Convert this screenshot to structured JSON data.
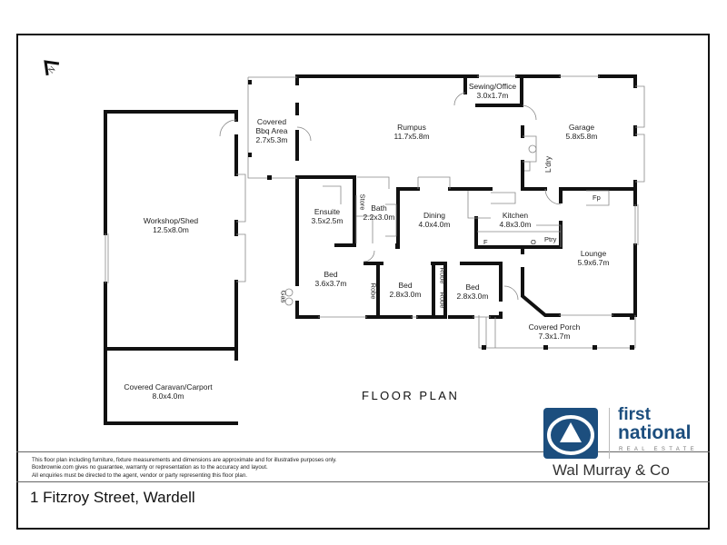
{
  "plan": {
    "title": "FLOOR PLAN",
    "address": "1 Fitzroy Street, Wardell",
    "north_icon": "north-arrow-icon",
    "rooms": [
      {
        "id": "workshop",
        "name": "Workshop/Shed",
        "dims": "12.5x8.0m"
      },
      {
        "id": "carport",
        "name": "Covered Caravan/Carport",
        "dims": "8.0x4.0m"
      },
      {
        "id": "bbq",
        "name": "Covered",
        "name2": "Bbq Area",
        "dims": "2.7x5.3m"
      },
      {
        "id": "rumpus",
        "name": "Rumpus",
        "dims": "11.7x5.8m"
      },
      {
        "id": "sewing",
        "name": "Sewing/Office",
        "dims": "3.0x1.7m"
      },
      {
        "id": "garage",
        "name": "Garage",
        "dims": "5.8x5.8m"
      },
      {
        "id": "ensuite",
        "name": "Ensuite",
        "dims": "3.5x2.5m"
      },
      {
        "id": "bath",
        "name": "Bath",
        "dims": "2.2x3.0m"
      },
      {
        "id": "dining",
        "name": "Dining",
        "dims": "4.0x4.0m"
      },
      {
        "id": "kitchen",
        "name": "Kitchen",
        "dims": "4.8x3.0m"
      },
      {
        "id": "bed1",
        "name": "Bed",
        "dims": "3.6x3.7m"
      },
      {
        "id": "bed2",
        "name": "Bed",
        "dims": "2.8x3.0m"
      },
      {
        "id": "bed3",
        "name": "Bed",
        "dims": "2.8x3.0m"
      },
      {
        "id": "lounge",
        "name": "Lounge",
        "dims": "5.9x6.7m"
      },
      {
        "id": "porch",
        "name": "Covered Porch",
        "dims": "7.3x1.7m"
      }
    ],
    "small_labels": {
      "store": "Store",
      "robe": "Robe",
      "laundry": "L'dry",
      "fireplace": "Fp",
      "pantry": "Ptry",
      "fridge": "F",
      "oven": "O",
      "gas": "Gas"
    }
  },
  "disclaimer": {
    "line1": "This floor plan including furniture, fixture measurements and dimensions are approximate and for illustrative purposes only.",
    "line2": "Boxbrownie.com gives no guarantee, warranty or representation as to the accuracy and layout.",
    "line3": "All enquiries must be directed to the agent, vendor or party representing this floor plan."
  },
  "brand": {
    "line1": "first",
    "line2": "national",
    "line3": "REAL ESTATE",
    "agency": "Wal Murray & Co",
    "color": "#1c4e7e"
  }
}
